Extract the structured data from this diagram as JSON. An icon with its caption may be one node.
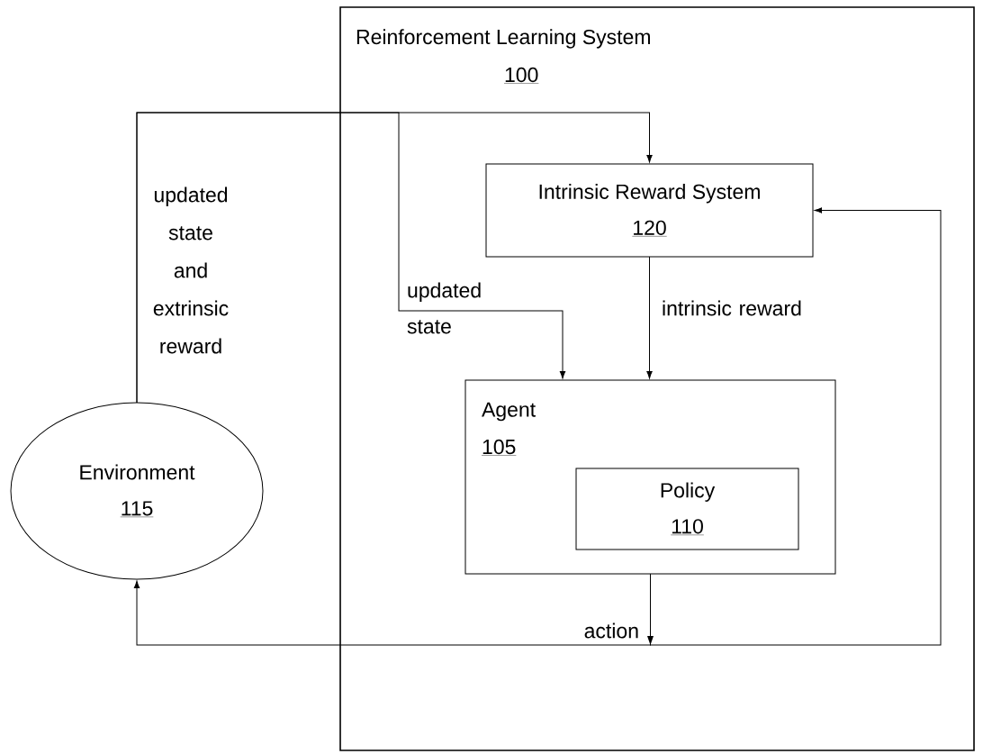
{
  "diagram": {
    "nodes": [
      {
        "text": [
          "Reinforcement Learning System",
          "100"
        ]
      },
      {
        "text": [
          "Environment",
          "115"
        ]
      },
      {
        "text": [
          "Intrinsic Reward System",
          "120"
        ],
        "in": 0
      },
      {
        "text": [
          "Agent",
          "105"
        ],
        "in": 0
      },
      {
        "text": [
          "Policy",
          "110"
        ],
        "in": 3
      }
    ],
    "edges": [
      {
        "from": 1,
        "to": 2,
        "arrow": "to",
        "label": "updated state and extrinsic reward"
      },
      {
        "from": 1,
        "to": 3,
        "arrow": "to",
        "label": "updated state"
      },
      {
        "from": 2,
        "to": 3,
        "arrow": "to",
        "label": "intrinsic reward"
      },
      {
        "from": 3,
        "to": 1,
        "arrow": "to",
        "label": "action"
      },
      {
        "from": 3,
        "to": 2,
        "arrow": "to"
      }
    ]
  }
}
